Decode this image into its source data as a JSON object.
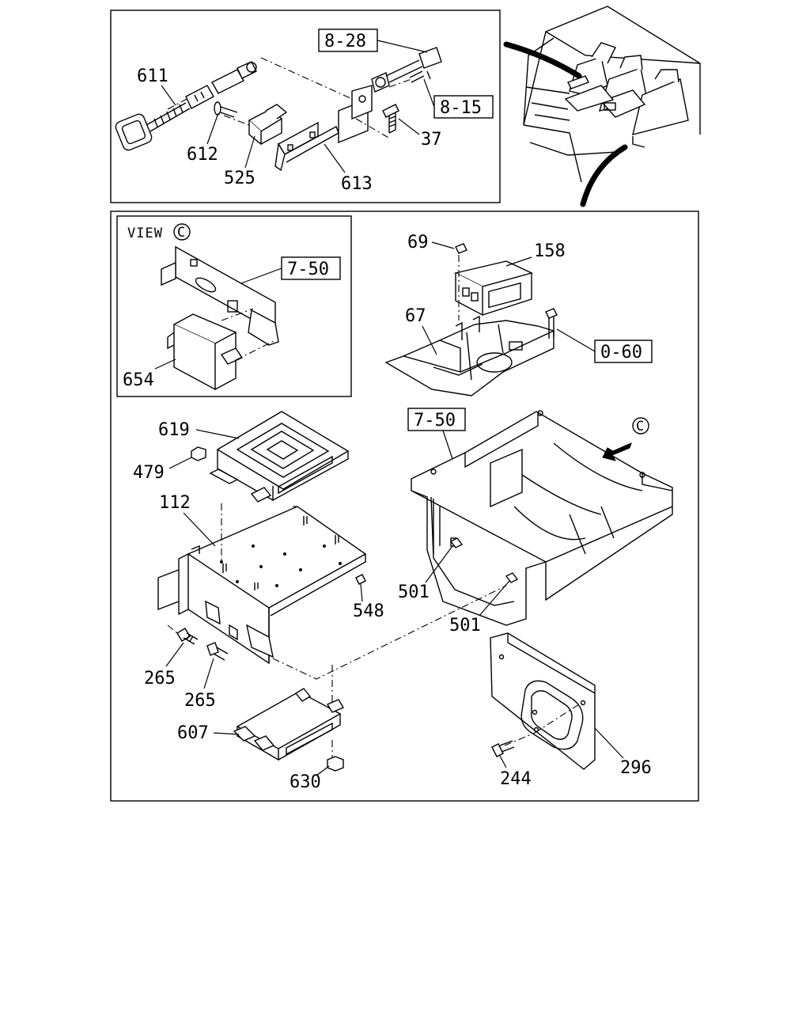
{
  "view_label": {
    "text": "VIEW",
    "circle": "C"
  },
  "section_arrow_label": "C",
  "refs": {
    "r_8_28": "8-28",
    "r_8_15": "8-15",
    "r_7_50_view": "7-50",
    "r_0_60": "0-60",
    "r_7_50_main": "7-50"
  },
  "parts": {
    "p611": "611",
    "p612": "612",
    "p525": "525",
    "p613": "613",
    "p37": "37",
    "p654": "654",
    "p69": "69",
    "p158": "158",
    "p67": "67",
    "p619": "619",
    "p479": "479",
    "p112": "112",
    "p548": "548",
    "p501a": "501",
    "p501b": "501",
    "p265a": "265",
    "p265b": "265",
    "p607": "607",
    "p630": "630",
    "p244": "244",
    "p296": "296"
  }
}
